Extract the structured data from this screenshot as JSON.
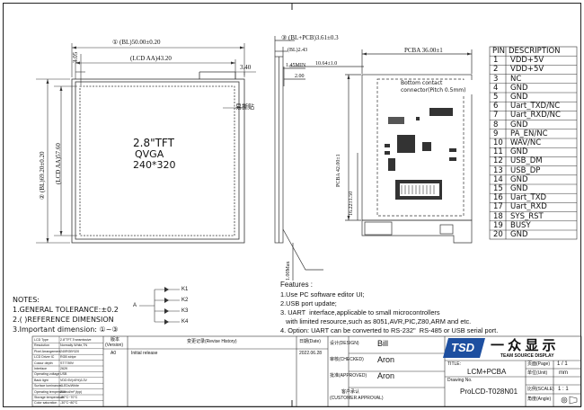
{
  "front_view": {
    "dim_bl_width": "① (BL)50.00±0.20",
    "dim_lcd_aa": "(LCD AA)43.20",
    "dim_right_gap": "3.40",
    "dim_top_gap": "3.05",
    "dim_lcd_height": "(LCD AA)57.60",
    "dim_bl_height": "② (BL)69.20±0.20",
    "film_label": "易撕贴",
    "screen_size": "2.8\"TFT",
    "screen_type": "QVGA",
    "screen_res": "240*320"
  },
  "side_view": {
    "dim_bl_pcb": "③ (BL+PCB)3.61±0.3",
    "dim_bl": "(BL)2.43",
    "dim_145": "1.45MIN",
    "dim_200": "2.00",
    "dim_1064": "10.64±1.0",
    "dim_pcba_w": "PCBA 36.00±1",
    "dim_pcba_h": "PCBA 42.00±1",
    "dim_1622": "16.22±1.50",
    "dim_100max": "1.00Max",
    "connector_note": "Bottom contact connector(Pitch 0.5mm)"
  },
  "pin_table": {
    "headers": [
      "PIN",
      "DESCRIPTION"
    ],
    "rows": [
      [
        "1",
        "VDD+5V"
      ],
      [
        "2",
        "VDD+5V"
      ],
      [
        "3",
        "NC"
      ],
      [
        "4",
        "GND"
      ],
      [
        "5",
        "GND"
      ],
      [
        "6",
        "Uart_TXD/NC"
      ],
      [
        "7",
        "Uart_RXD/NC"
      ],
      [
        "8",
        "GND"
      ],
      [
        "9",
        "PA_EN/NC"
      ],
      [
        "10",
        "WAV/NC"
      ],
      [
        "11",
        "GND"
      ],
      [
        "12",
        "USB_DM"
      ],
      [
        "13",
        "USB_DP"
      ],
      [
        "14",
        "GND"
      ],
      [
        "15",
        "GND"
      ],
      [
        "16",
        "Uart_TXD"
      ],
      [
        "17",
        "Uart_RXD"
      ],
      [
        "18",
        "SYS_RST"
      ],
      [
        "19",
        "BUSY"
      ],
      [
        "20",
        "GND"
      ]
    ]
  },
  "notes": {
    "title": "NOTES:",
    "line1": "1.GENERAL TOLERANCE:±0.2",
    "line2": "2.( )REFERENCE DIMENSION",
    "line3": "3.Important dimension: ①~③"
  },
  "detail": {
    "a_label": "A",
    "k_labels": [
      "K1",
      "K2",
      "K3",
      "K4"
    ]
  },
  "features": {
    "title": "Features :",
    "items": [
      "1.Use PC software editor UI;",
      "2.USB port update;",
      "3. UART  interface,applicable to small microcontrollers",
      "   with limited resource,such as 8051,AVR,PIC,Z80,ARM and etc.",
      "4. Option: UART can be converted to RS-232\"  RS-485 or USB serial port."
    ]
  },
  "title_block": {
    "spec_rows": [
      [
        "LCD Type",
        "2.8\"TFT,Transmissive"
      ],
      [
        "Resolution",
        "Normally White,TN"
      ],
      [
        "Pixel Arrangement",
        "240RGB*320"
      ],
      [
        "LCD Driver IC",
        "RGB stripe"
      ],
      [
        "Colour depth",
        "ST7789V"
      ],
      [
        "Interface",
        "262K"
      ],
      [
        "Operating voltage",
        "USB"
      ],
      [
        "Back light",
        "VDD:5V(±5%)3.3V"
      ],
      [
        "Surface luminance",
        "4LEDs/White"
      ],
      [
        "Operating temperature",
        "200 cd/m² (typ)"
      ],
      [
        "Storage temperature",
        "-20°C~70°C"
      ],
      [
        "Color saturation",
        "-30°C~80°C"
      ]
    ],
    "rev_header_line1": "版本",
    "rev_header_line2": "(Version)",
    "history_header": "变更记录(Revise History)",
    "date_header": "日期(Date)",
    "rev": "A0",
    "history": "Initial release",
    "date": "2022.06.28",
    "design_label": "设计(DESIGN)",
    "designer": "Bill",
    "check_label": "审核(CHECKED)",
    "checker": "Aron",
    "approve_label": "批准(APPROVED)",
    "approver": "Aron",
    "customer_label": "客户承认",
    "customer_label2": "(CUSTOMER APPROVAL)",
    "company_cn": "一 众 显 示",
    "company_en": "TEAM SOURCE DISPLAY",
    "logo_text": "TSD",
    "title_label": "TITLE:",
    "title_value": "LCM+PCBA",
    "drawing_label": "Drawing No.",
    "drawing_no": "ProLCD-T028N01",
    "page_label": "页面(Page)",
    "page_value": "1 / 1",
    "unit_label": "单位(Unit)",
    "unit_value": "mm",
    "scale_label": "比例(SCALE)",
    "scale_value": "1 : 1",
    "angle_label": "角度(Angle)"
  }
}
